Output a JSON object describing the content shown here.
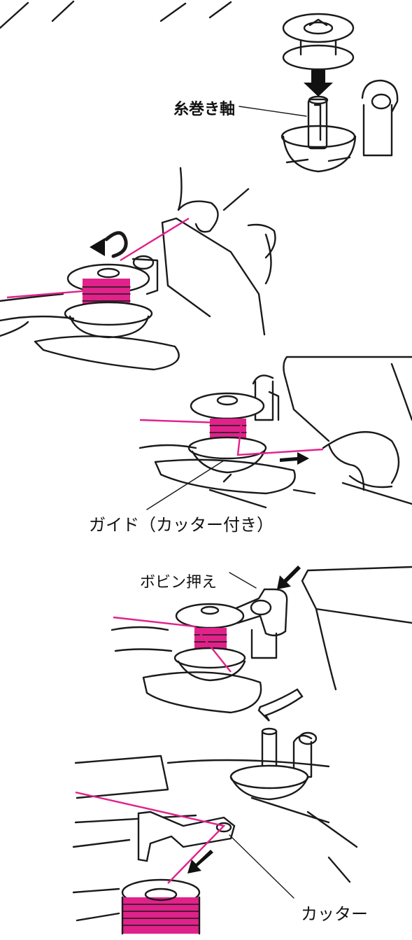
{
  "colors": {
    "thread": "#e0228a",
    "ink": "#1a1a1a",
    "background": "#ffffff"
  },
  "labels": {
    "spindle": "糸巻き軸",
    "guide": "ガイド（カッター付き）",
    "presser": "ボビン押え",
    "cutter": "カッター"
  }
}
